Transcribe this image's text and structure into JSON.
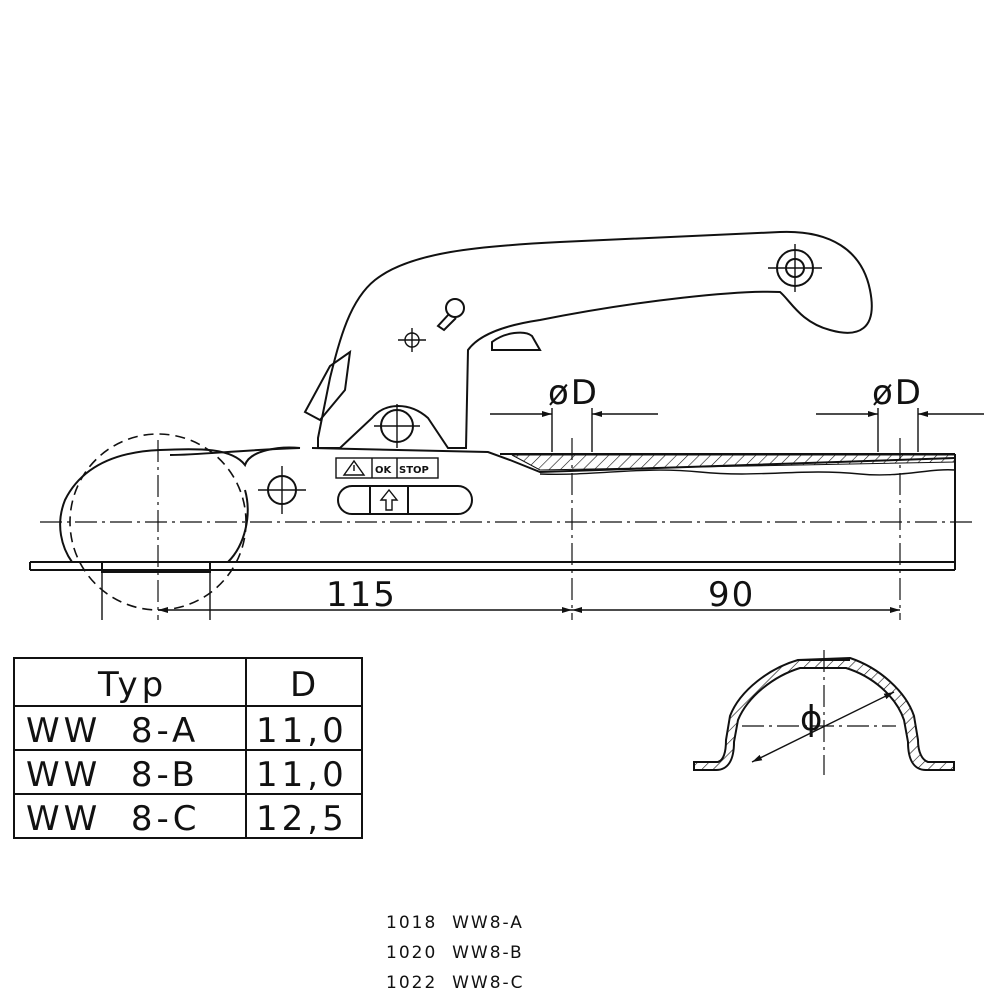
{
  "dimensions": {
    "left_length": "115",
    "right_length": "90",
    "diameter_label_1": "øD",
    "diameter_label_2": "øD",
    "section_diameter": "ϕ"
  },
  "warning_label": {
    "ok": "OK",
    "stop": "STOP"
  },
  "table": {
    "headers": [
      "Typ",
      "D"
    ],
    "rows": [
      {
        "type": "WW  8-A",
        "d": "11,0"
      },
      {
        "type": "WW  8-B",
        "d": "11,0"
      },
      {
        "type": "WW  8-C",
        "d": "12,5"
      }
    ]
  },
  "part_codes": [
    "1018  WW8-A",
    "1020  WW8-B",
    "1022  WW8-C"
  ]
}
